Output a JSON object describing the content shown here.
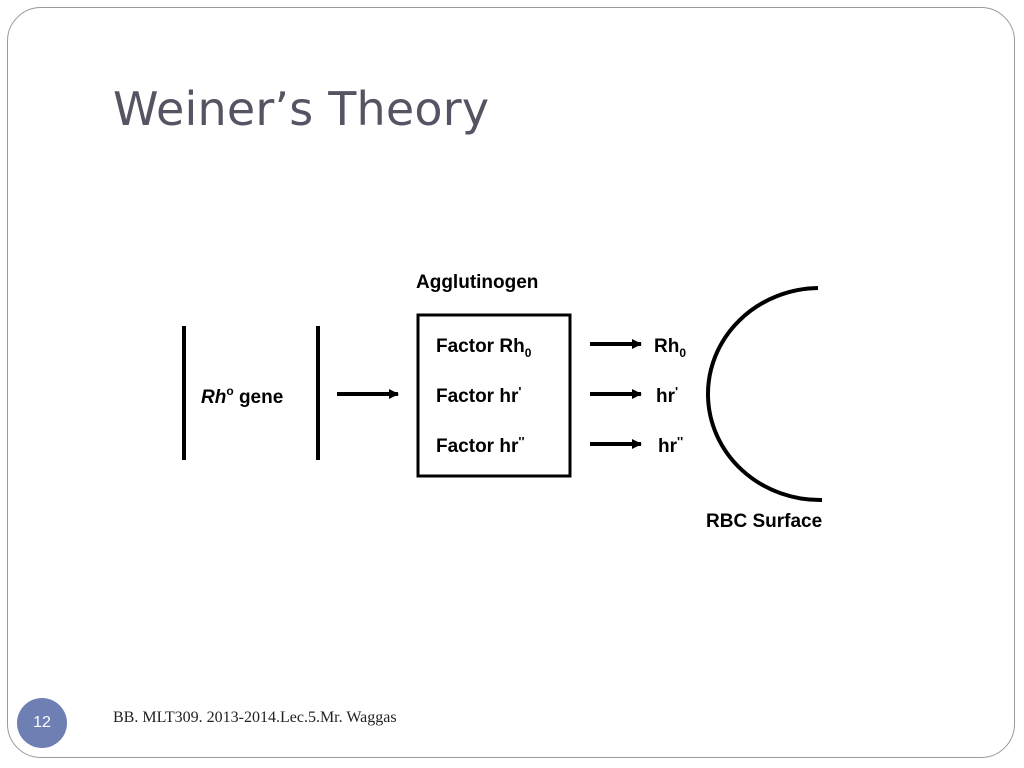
{
  "slide": {
    "title": "Weiner’s Theory",
    "footer": "BB. MLT309. 2013-2014.Lec.5.Mr. Waggas",
    "page_number": "12"
  },
  "diagram": {
    "gene": {
      "italic": "Rh",
      "superscript": "o",
      "suffix": " gene"
    },
    "box_title": "Agglutinogen",
    "factors": [
      {
        "prefix": "Factor ",
        "base": "Rh",
        "sub": "0",
        "sup": ""
      },
      {
        "prefix": "Factor ",
        "base": "hr",
        "sub": "",
        "sup": "'"
      },
      {
        "prefix": "Factor ",
        "base": "hr",
        "sub": "",
        "sup": "''"
      }
    ],
    "antigens": [
      {
        "base": "Rh",
        "sub": "0",
        "sup": ""
      },
      {
        "base": "hr",
        "sub": "",
        "sup": "'"
      },
      {
        "base": "hr",
        "sub": "",
        "sup": "''"
      }
    ],
    "surface_label": "RBC Surface"
  }
}
